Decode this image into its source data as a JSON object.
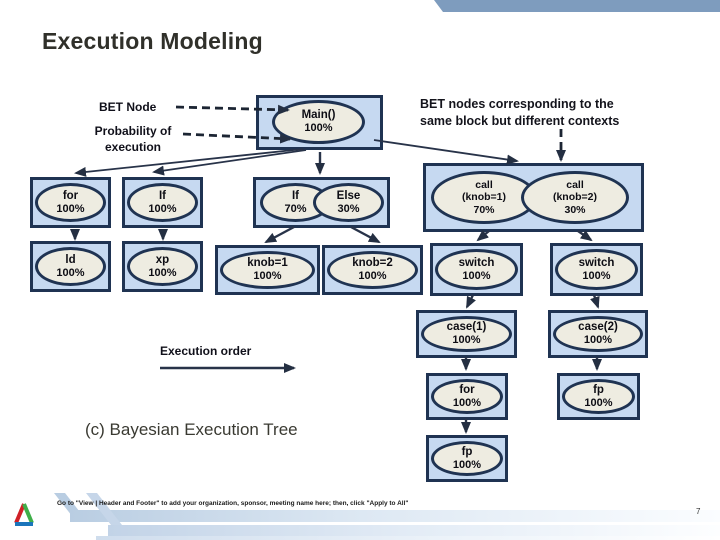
{
  "slide": {
    "title": "Execution Modeling",
    "caption": "(c) Bayesian Execution Tree",
    "page_number": "7",
    "footer_note": "Go to \"View | Header and Footer\" to add your organization, sponsor, meeting name here; then, click \"Apply to All\""
  },
  "annotations": {
    "bet_node_label": "BET Node",
    "probability_label": "Probability of execution",
    "context_note": "BET nodes corresponding to the same block but different contexts",
    "execution_order_label": "Execution order"
  },
  "colors": {
    "node_box_fill": "#c6d9f1",
    "node_border": "#1f3352",
    "ellipse_fill": "#eeece1",
    "banner_blue": "#7e9cbe",
    "footer_stripe": "#b9cde2"
  },
  "nodes": {
    "main": {
      "name": "Main()",
      "prob": "100%"
    },
    "for_top": {
      "name": "for",
      "prob": "100%"
    },
    "if_top": {
      "name": "If",
      "prob": "100%"
    },
    "ld": {
      "name": "ld",
      "prob": "100%"
    },
    "xp": {
      "name": "xp",
      "prob": "100%"
    },
    "if_mid": {
      "name": "If",
      "prob": "70%"
    },
    "else_mid": {
      "name": "Else",
      "prob": "30%"
    },
    "knob1": {
      "name": "knob=1",
      "prob": "100%"
    },
    "knob2": {
      "name": "knob=2",
      "prob": "100%"
    },
    "call1": {
      "name": "call",
      "arg": "(knob=1)",
      "prob": "70%"
    },
    "call2": {
      "name": "call",
      "arg": "(knob=2)",
      "prob": "30%"
    },
    "switch1": {
      "name": "switch",
      "prob": "100%"
    },
    "switch2": {
      "name": "switch",
      "prob": "100%"
    },
    "case1": {
      "name": "case(1)",
      "prob": "100%"
    },
    "case2": {
      "name": "case(2)",
      "prob": "100%"
    },
    "for_r": {
      "name": "for",
      "prob": "100%"
    },
    "fp_r1": {
      "name": "fp",
      "prob": "100%"
    },
    "fp_r2": {
      "name": "fp",
      "prob": "100%"
    }
  }
}
